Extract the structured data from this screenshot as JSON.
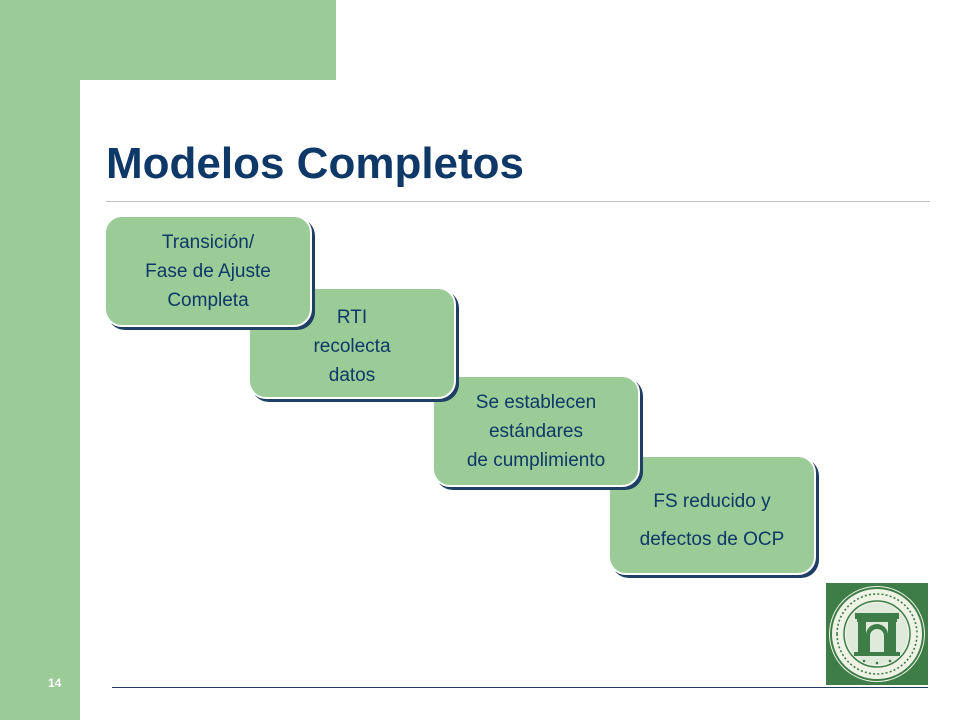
{
  "title": "Modelos Completos",
  "page_number": "14",
  "steps": [
    {
      "lines": [
        "Transición/",
        "Fase de Ajuste",
        "Completa"
      ]
    },
    {
      "lines": [
        "RTI",
        "recolecta",
        "datos"
      ]
    },
    {
      "lines": [
        "Se establecen",
        "estándares",
        "de cumplimiento"
      ]
    },
    {
      "lines": [
        "FS reducido y",
        "defectos de OCP"
      ]
    }
  ],
  "colors": {
    "accent_green": "#9bcb96",
    "title_blue": "#0e3868",
    "shadow_navy": "#1f3f66"
  },
  "logo": {
    "icon": "university-seal-icon"
  }
}
